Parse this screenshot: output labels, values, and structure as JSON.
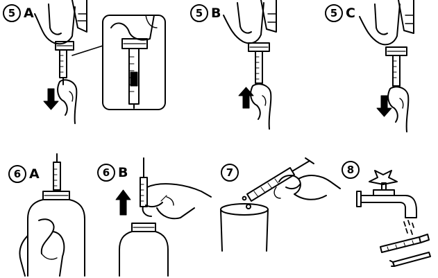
{
  "steps": [
    {
      "number": "5",
      "letter": "A"
    },
    {
      "number": "5",
      "letter": "B"
    },
    {
      "number": "5",
      "letter": "C"
    },
    {
      "number": "6",
      "letter": "A"
    },
    {
      "number": "6",
      "letter": "B"
    },
    {
      "number": "7",
      "letter": ""
    },
    {
      "number": "8",
      "letter": ""
    }
  ],
  "colors": {
    "ink": "#000000",
    "paper": "#ffffff"
  }
}
